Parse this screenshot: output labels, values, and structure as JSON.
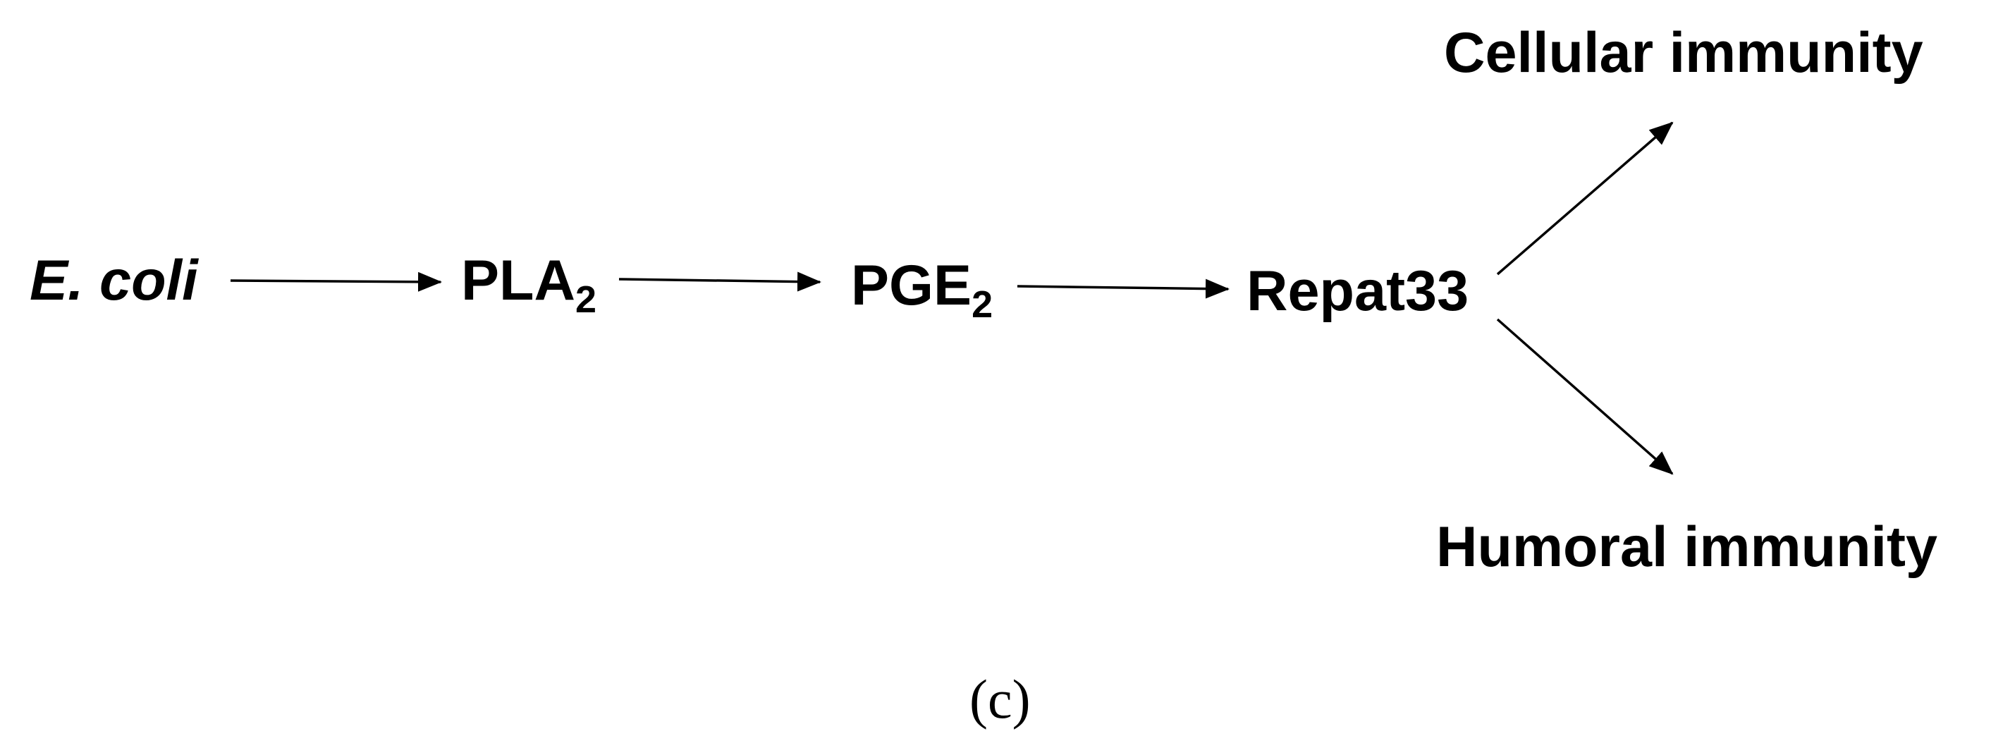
{
  "nodes": {
    "ecoli": "E. coli",
    "pla2": {
      "main": "PLA",
      "sub": "2"
    },
    "pge2": {
      "main": "PGE",
      "sub": "2"
    },
    "repat33": "Repat33",
    "cellular": "Cellular immunity",
    "humoral": "Humoral immunity"
  },
  "panel_label": "(c)",
  "edges": [
    {
      "from": "E. coli",
      "to": "PLA2"
    },
    {
      "from": "PLA2",
      "to": "PGE2"
    },
    {
      "from": "PGE2",
      "to": "Repat33"
    },
    {
      "from": "Repat33",
      "to": "Cellular immunity"
    },
    {
      "from": "Repat33",
      "to": "Humoral immunity"
    }
  ],
  "colors": {
    "ink": "#000000",
    "background": "#ffffff"
  }
}
